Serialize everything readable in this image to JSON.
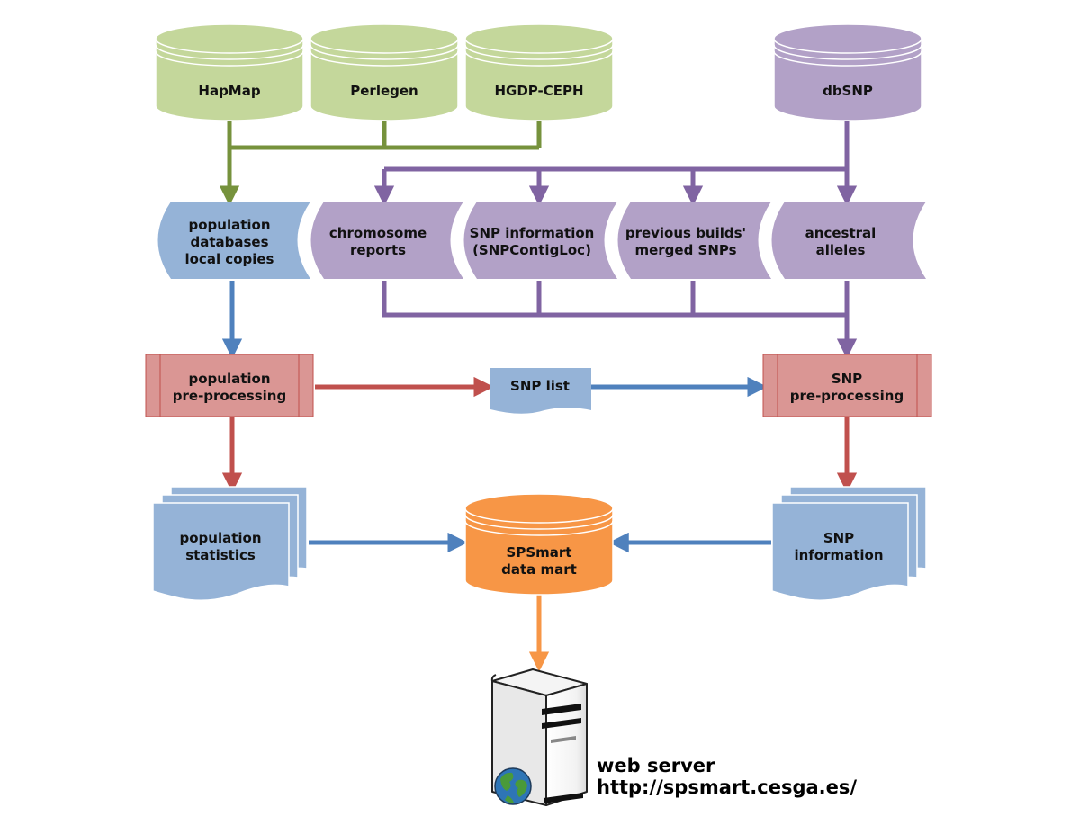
{
  "colors": {
    "green_fill": "#c4d79b",
    "green_line": "#76923c",
    "purple_fill": "#b2a1c7",
    "purple_line": "#8064a2",
    "blue_fill": "#95b3d7",
    "blue_line": "#4f81bd",
    "red_fill": "#da9694",
    "red_line": "#c0504d",
    "orange_fill": "#f79646",
    "outline": "#ffffff"
  },
  "sources": {
    "hapmap": "HapMap",
    "perlegen": "Perlegen",
    "hgdp": "HGDP-CEPH",
    "dbsnp": "dbSNP"
  },
  "stored": {
    "population_db": [
      "population",
      "databases",
      "local copies"
    ],
    "chromosome_reports": [
      "chromosome",
      "reports"
    ],
    "snp_information": [
      "SNP information",
      "(SNPContigLoc)"
    ],
    "previous_builds": [
      "previous builds'",
      "merged SNPs"
    ],
    "ancestral_alleles": [
      "ancestral",
      "alleles"
    ]
  },
  "processes": {
    "population_preprocessing": [
      "population",
      "pre-processing"
    ],
    "snp_list": "SNP list",
    "snp_preprocessing": [
      "SNP",
      "pre-processing"
    ]
  },
  "outputs": {
    "population_statistics": [
      "population",
      "statistics"
    ],
    "data_mart": [
      "SPSmart",
      "data mart"
    ],
    "snp_information": [
      "SNP",
      "information"
    ]
  },
  "server": {
    "label": "web server",
    "url": "http://spsmart.cesga.es/",
    "icons": [
      "server-tower-icon",
      "globe-icon"
    ]
  }
}
